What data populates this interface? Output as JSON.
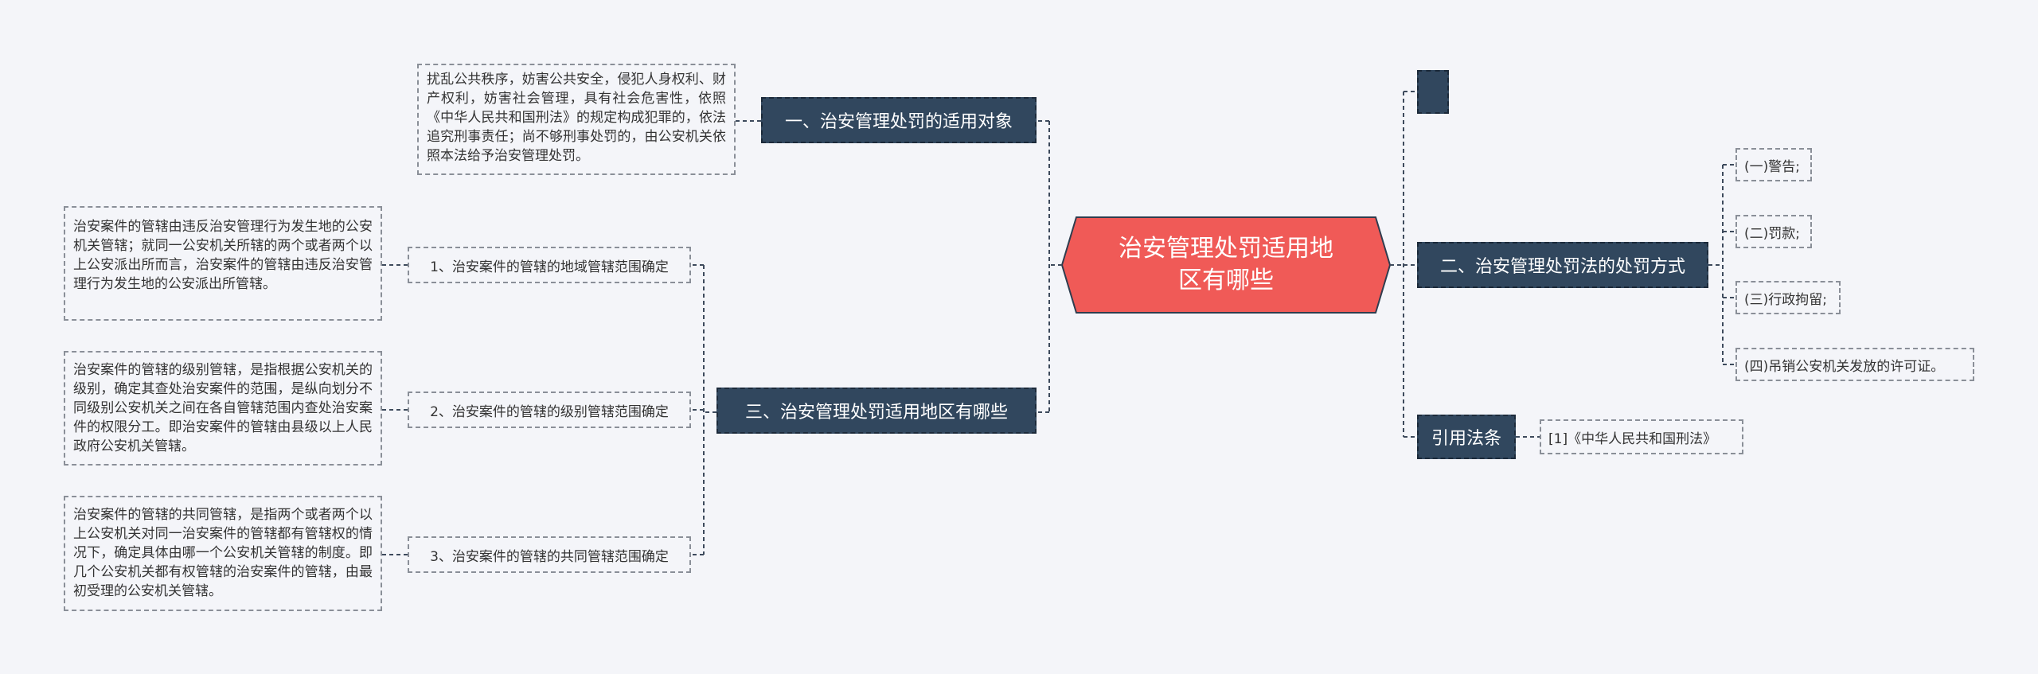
{
  "root": {
    "title": "治安管理处罚适用地区有哪些"
  },
  "left": {
    "topic1": {
      "label": "一、治安管理处罚的适用对象",
      "detail": "扰乱公共秩序，妨害公共安全，侵犯人身权利、财产权利，妨害社会管理，具有社会危害性，依照《中华人民共和国刑法》的规定构成犯罪的，依法追究刑事责任；尚不够刑事处罚的，由公安机关依照本法给予治安管理处罚。"
    },
    "topic3": {
      "label": "三、治安管理处罚适用地区有哪些",
      "items": [
        {
          "label": "1、治安案件的管辖的地域管辖范围确定",
          "detail": "治安案件的管辖由违反治安管理行为发生地的公安机关管辖；就同一公安机关所辖的两个或者两个以上公安派出所而言，治安案件的管辖由违反治安管理行为发生地的公安派出所管辖。"
        },
        {
          "label": "2、治安案件的管辖的级别管辖范围确定",
          "detail": "治安案件的管辖的级别管辖，是指根据公安机关的级别，确定其查处治安案件的范围，是纵向划分不同级别公安机关之间在各自管辖范围内查处治安案件的权限分工。即治安案件的管辖由县级以上人民政府公安机关管辖。"
        },
        {
          "label": "3、治安案件的管辖的共同管辖范围确定",
          "detail": "治安案件的管辖的共同管辖，是指两个或者两个以上公安机关对同一治安案件的管辖都有管辖权的情况下，确定具体由哪一个公安机关管辖的制度。即几个公安机关都有权管辖的治安案件的管辖，由最初受理的公安机关管辖。"
        }
      ]
    }
  },
  "right": {
    "empty_label": "",
    "topic2": {
      "label": "二、治安管理处罚法的处罚方式",
      "items": [
        "(一)警告;",
        "(二)罚款;",
        "(三)行政拘留;",
        "(四)吊销公安机关发放的许可证。"
      ]
    },
    "refs": {
      "label": "引用法条",
      "items": [
        "[1]《中华人民共和国刑法》"
      ]
    }
  },
  "colors": {
    "background": "#f4f5f9",
    "root_fill": "#f05a57",
    "root_stroke": "#2f3d4f",
    "topic_fill": "#31475e",
    "connector": "#3d4a5c"
  }
}
